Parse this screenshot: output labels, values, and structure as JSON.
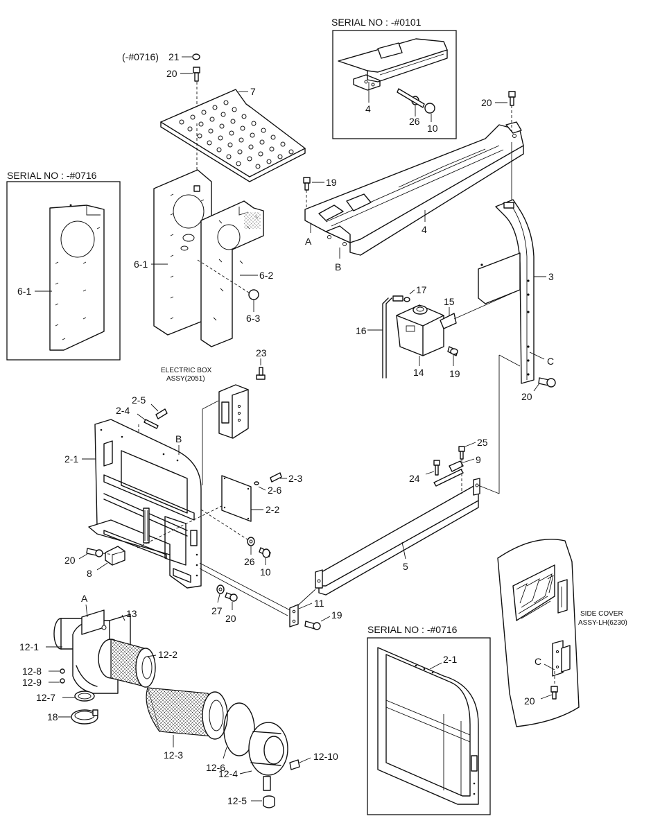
{
  "serial_boxes": {
    "top": "SERIAL NO : -#0101",
    "left": "SERIAL NO : -#0716",
    "bottom": "SERIAL NO : -#0716"
  },
  "notes": {
    "electric_box_line1": "ELECTRIC BOX",
    "electric_box_line2": "ASSY(2051)",
    "side_cover_line1": "SIDE COVER",
    "side_cover_line2": "ASSY-LH(6230)",
    "prefix_21": "(-#0716)"
  },
  "parts": {
    "p2_1": "2-1",
    "p2_2": "2-2",
    "p2_3": "2-3",
    "p2_4": "2-4",
    "p2_5": "2-5",
    "p2_6": "2-6",
    "p3": "3",
    "p4": "4",
    "p5": "5",
    "p6_1": "6-1",
    "p6_2": "6-2",
    "p6_3": "6-3",
    "p7": "7",
    "p8": "8",
    "p9": "9",
    "p10": "10",
    "p11": "11",
    "p12_1": "12-1",
    "p12_2": "12-2",
    "p12_3": "12-3",
    "p12_4": "12-4",
    "p12_5": "12-5",
    "p12_6": "12-6",
    "p12_7": "12-7",
    "p12_8": "12-8",
    "p12_9": "12-9",
    "p12_10": "12-10",
    "p13": "13",
    "p14": "14",
    "p15": "15",
    "p16": "16",
    "p17": "17",
    "p18": "18",
    "p19": "19",
    "p20": "20",
    "p21": "21",
    "p23": "23",
    "p24": "24",
    "p25": "25",
    "p26": "26",
    "p27": "27"
  },
  "refs": {
    "a": "A",
    "b": "B",
    "c": "C"
  }
}
